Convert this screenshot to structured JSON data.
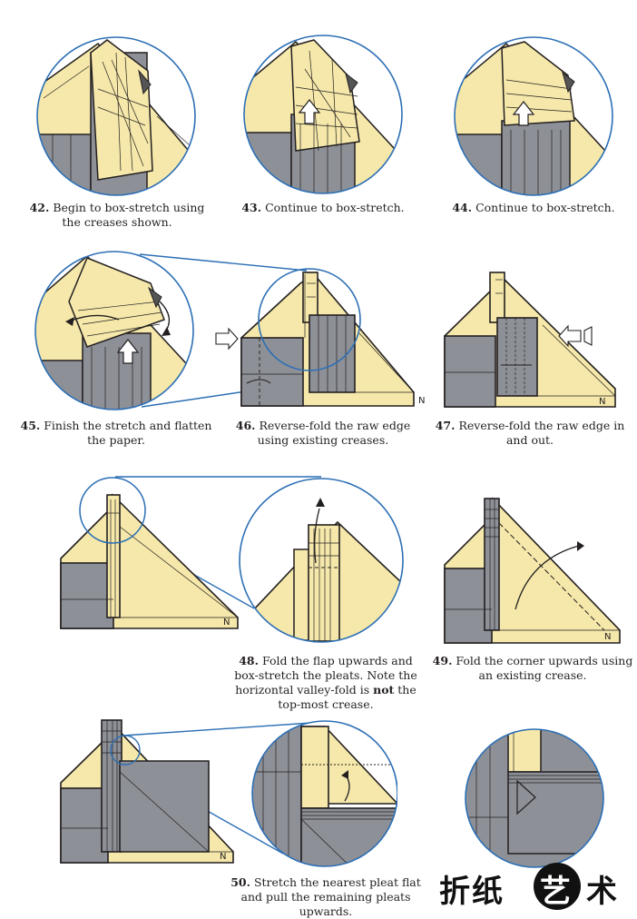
{
  "colors": {
    "paper_front": "#f5e8aa",
    "paper_back": "#8d9097",
    "ring": "#2c6fb5",
    "ink": "#231f20",
    "arrow_fill": "#ffffff"
  },
  "steps": [
    {
      "num": "42.",
      "text": "Begin to box-stretch using the creases shown."
    },
    {
      "num": "43.",
      "text": "Continue to box-stretch."
    },
    {
      "num": "44.",
      "text": "Continue to box-stretch."
    },
    {
      "num": "45.",
      "text": "Finish the stretch and flatten the paper."
    },
    {
      "num": "46.",
      "text": "Reverse-fold the raw edge using existing creases."
    },
    {
      "num": "47.",
      "text": "Reverse-fold the raw edge in and out."
    },
    {
      "num": "48.",
      "text_before": "Fold the flap upwards and box-stretch the pleats. Note the horizontal valley-fold is ",
      "text_bold": "not",
      "text_after": " the top-most crease."
    },
    {
      "num": "49.",
      "text": "Fold the corner upwards using an existing crease."
    },
    {
      "num": "50.",
      "text": "Stretch the nearest pleat flat and pull the remaining pleats upwards."
    }
  ],
  "logo": {
    "chars": "折纸",
    "circle_char": "艺",
    "last_char": "术",
    "icon": "origami-art-logo"
  }
}
